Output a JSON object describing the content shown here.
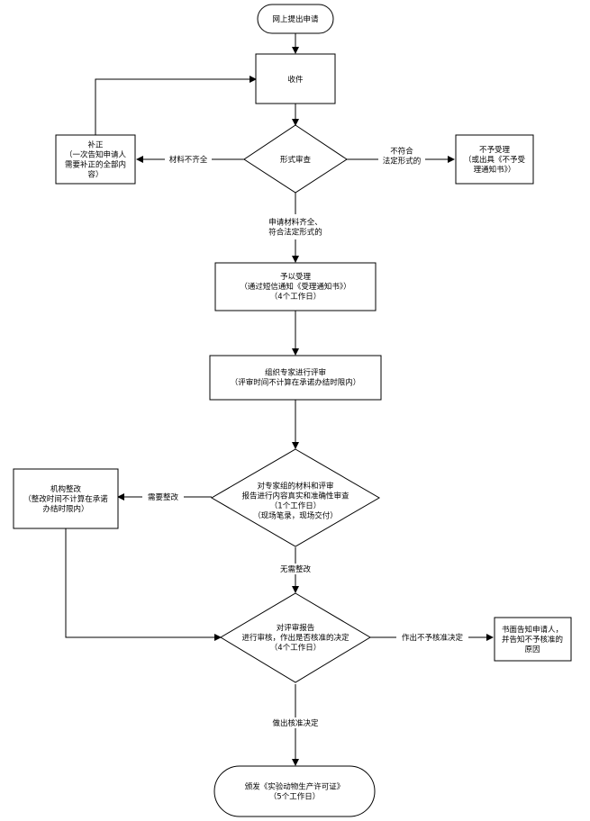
{
  "nodes": {
    "start": [
      "网上提出申请"
    ],
    "receive": [
      "收件"
    ],
    "supplement": [
      "补正",
      "（一次告知申请人",
      "需要补正的全部内",
      "容）"
    ],
    "formal_review": [
      "形式审查"
    ],
    "reject_accept": [
      "不予受理",
      "（或出具《不予受",
      "理通知书》）"
    ],
    "accept": [
      "予以受理",
      "（通过短信通知《受理通知书》）",
      "（4个工作日）"
    ],
    "expert_review": [
      "组织专家进行评审",
      "（评审时间不计算在承诺办结时限内）"
    ],
    "rectify": [
      "机构整改",
      "（整改时间不计算在承诺",
      "办结时限内）"
    ],
    "verify": [
      "对专家组的材料和评审",
      "报告进行内容真实和准确性审查",
      "（1个工作日）",
      "（现场笔录，现场交付）"
    ],
    "decision": [
      "对评审报告",
      "进行审核，作出是否核准的决定",
      "（4个工作日）"
    ],
    "notify_reject": [
      "书面告知申请人，",
      "并告知不予核准的",
      "原因"
    ],
    "issue": [
      "颁发《实验动物生产许可证》",
      "（5个工作日）"
    ]
  },
  "edge_labels": {
    "incomplete": [
      "材料不齐全"
    ],
    "nonconform": [
      "不符合",
      "法定形式的"
    ],
    "complete": [
      "申请材料齐全、",
      "符合法定形式的"
    ],
    "need_rectify": [
      "需要整改"
    ],
    "no_rectify": [
      "无需整改"
    ],
    "not_approve": [
      "作出不予核准决定"
    ],
    "approve": [
      "做出核准决定"
    ]
  }
}
